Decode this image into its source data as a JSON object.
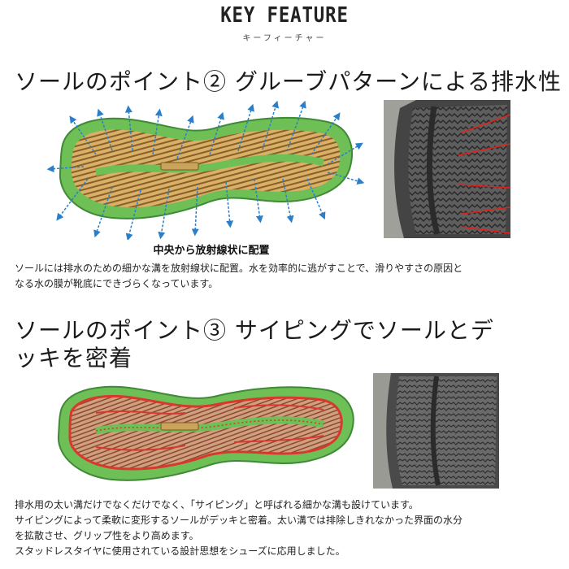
{
  "header": {
    "title": "KEY FEATURE",
    "subtitle": "キーフィーチャー"
  },
  "section1": {
    "heading": "ソールのポイント② グルーブパターンによる排水性",
    "image_caption": "中央から放射線状に配置",
    "body_lines": [
      "ソールには排水のための細かな溝を放射線状に配置。水を効率的に逃がすことで、滑りやすさの原因と",
      "なる水の膜が靴底にできづらくなっています。"
    ],
    "colors": {
      "outer": "#6fbf57",
      "inner": "#c99a4a",
      "arrow": "#2a7fc8"
    }
  },
  "section2": {
    "heading_lines": [
      "ソールのポイント③ サイピングでソールとデ",
      "ッキを密着"
    ],
    "body_lines": [
      "排水用の太い溝だけでなくだけでなく、「サイピング」と呼ばれる細かな溝も設けています。",
      "サイピングによって柔軟に変形するソールがデッキと密着。太い溝では排除しきれなかった界面の水分",
      "を拡散させ、グリップ性をより高めます。",
      "スタッドレスタイヤに使用されている設計思想をシューズに応用しました。"
    ],
    "colors": {
      "outer": "#6fbf57",
      "inner": "#b8745a",
      "outline": "#d9382e"
    }
  }
}
